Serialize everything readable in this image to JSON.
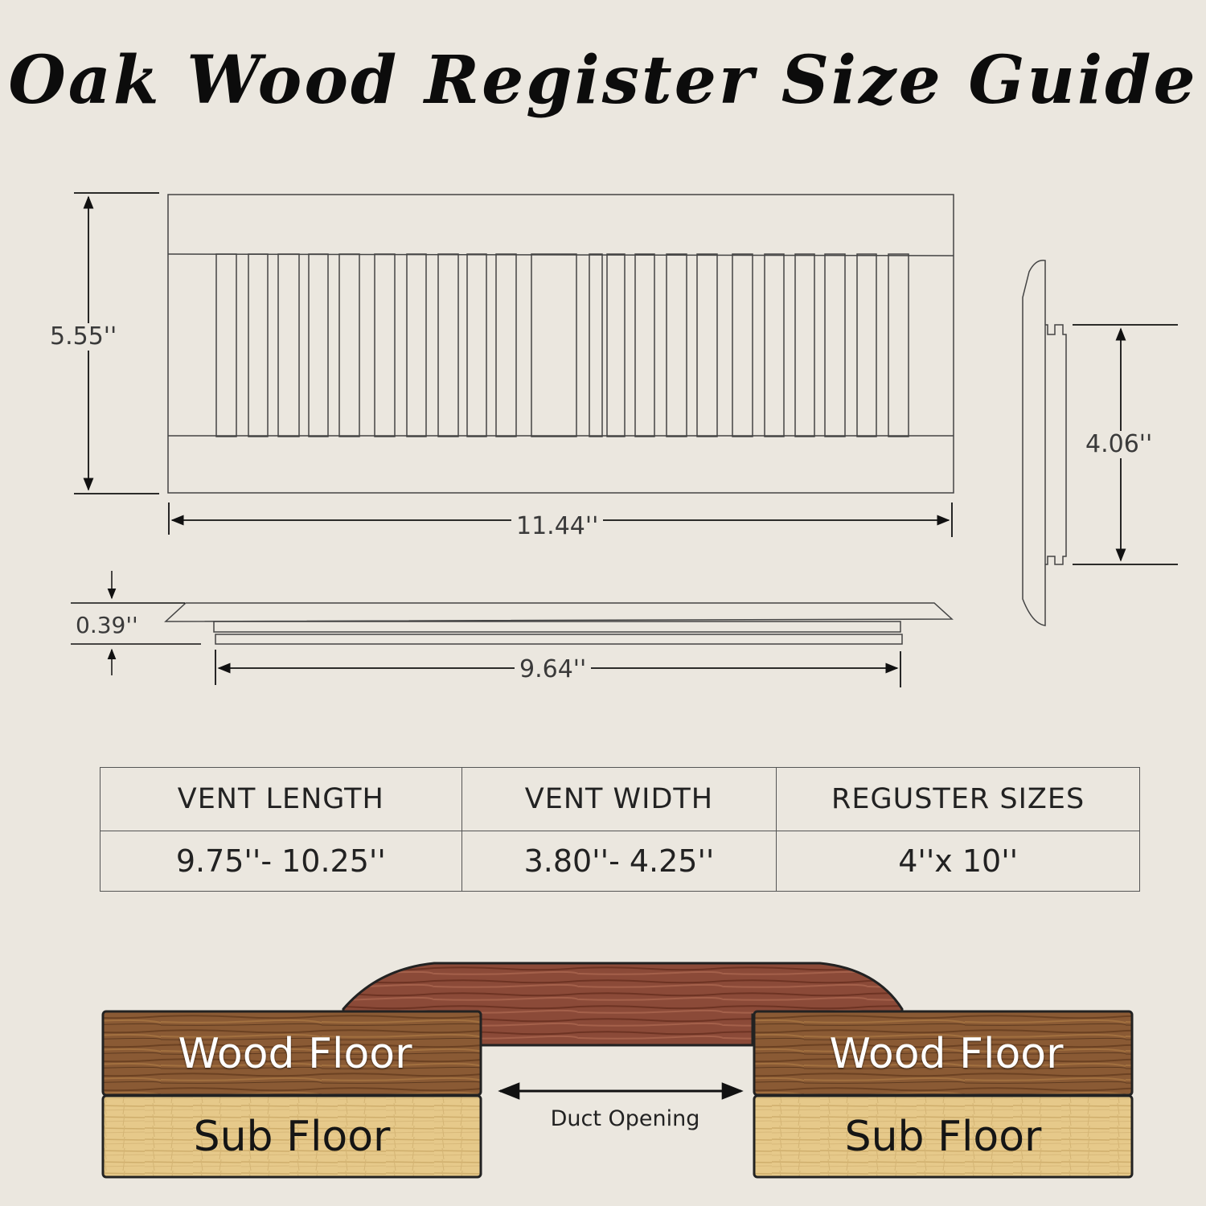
{
  "title": "Oak Wood Register Size Guide",
  "dimensions": {
    "height": "5.55''",
    "length": "11.44''",
    "side_height": "4.06''",
    "thickness": "0.39''",
    "inner_length": "9.64''"
  },
  "size_table": {
    "headers": [
      "VENT LENGTH",
      "VENT WIDTH",
      "REGUSTER SIZES"
    ],
    "row": [
      "9.75''- 10.25''",
      "3.80''- 4.25''",
      "4''x 10''"
    ]
  },
  "floor_diagram": {
    "left_top": "Wood Floor",
    "left_bottom": "Sub Floor",
    "right_top": "Wood Floor",
    "right_bottom": "Sub Floor",
    "opening": "Duct Opening"
  },
  "colors": {
    "background": "#ebe7df",
    "line": "#444444",
    "wood_floor": "#8a5a34",
    "sub_floor": "#e6c98a",
    "register": "#8b4a38"
  }
}
